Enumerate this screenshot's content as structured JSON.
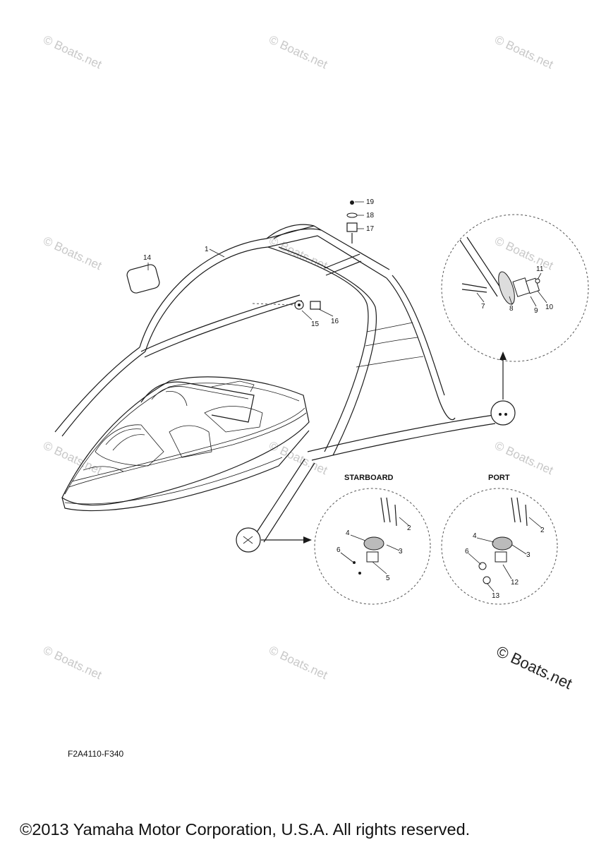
{
  "watermark": "© Boats.net",
  "views": {
    "starboard": "STARBOARD",
    "port": "PORT"
  },
  "callouts": {
    "p1": "1",
    "p14": "14",
    "p15": "15",
    "p16": "16",
    "p17": "17",
    "p18": "18",
    "p19": "19",
    "d7": "7",
    "d8": "8",
    "d9": "9",
    "d10": "10",
    "d11": "11",
    "s2": "2",
    "s3": "3",
    "s4": "4",
    "s5": "5",
    "s6": "6",
    "t2": "2",
    "t3": "3",
    "t4": "4",
    "t6": "6",
    "t12": "12",
    "t13": "13"
  },
  "figure_code": "F2A4110-F340",
  "copyright": "©2013 Yamaha Motor Corporation, U.S.A. All rights reserved."
}
